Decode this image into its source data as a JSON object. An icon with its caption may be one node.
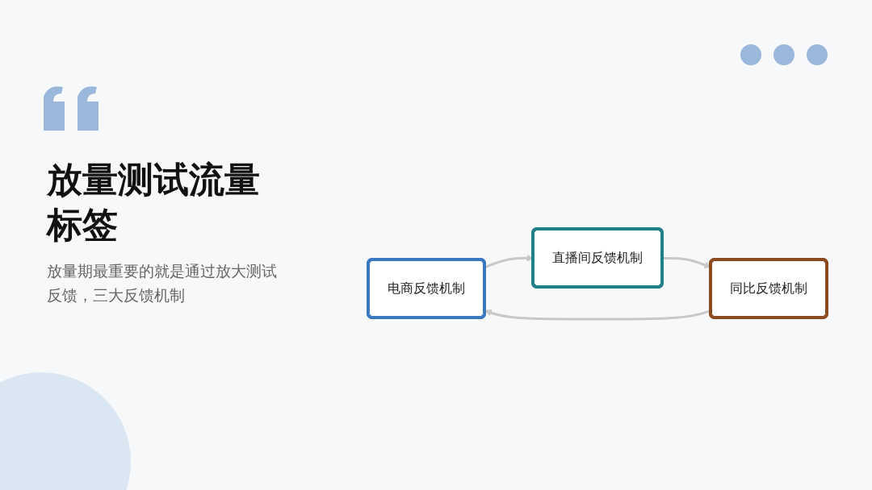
{
  "diagram": {
    "title": "放量测试流量标签",
    "caption": "放量期最重要的就是通过放大测试反馈，三大反馈机制",
    "nodes": [
      {
        "text": [
          "电商反馈机制"
        ]
      },
      {
        "text": [
          "直播间反馈机制"
        ]
      },
      {
        "text": [
          "同比反馈机制"
        ]
      }
    ],
    "edges": [
      {
        "from": 0,
        "to": 1,
        "arrow": "to"
      },
      {
        "from": 1,
        "to": 2,
        "arrow": "to"
      },
      {
        "from": 2,
        "to": 0,
        "arrow": "to"
      }
    ]
  }
}
